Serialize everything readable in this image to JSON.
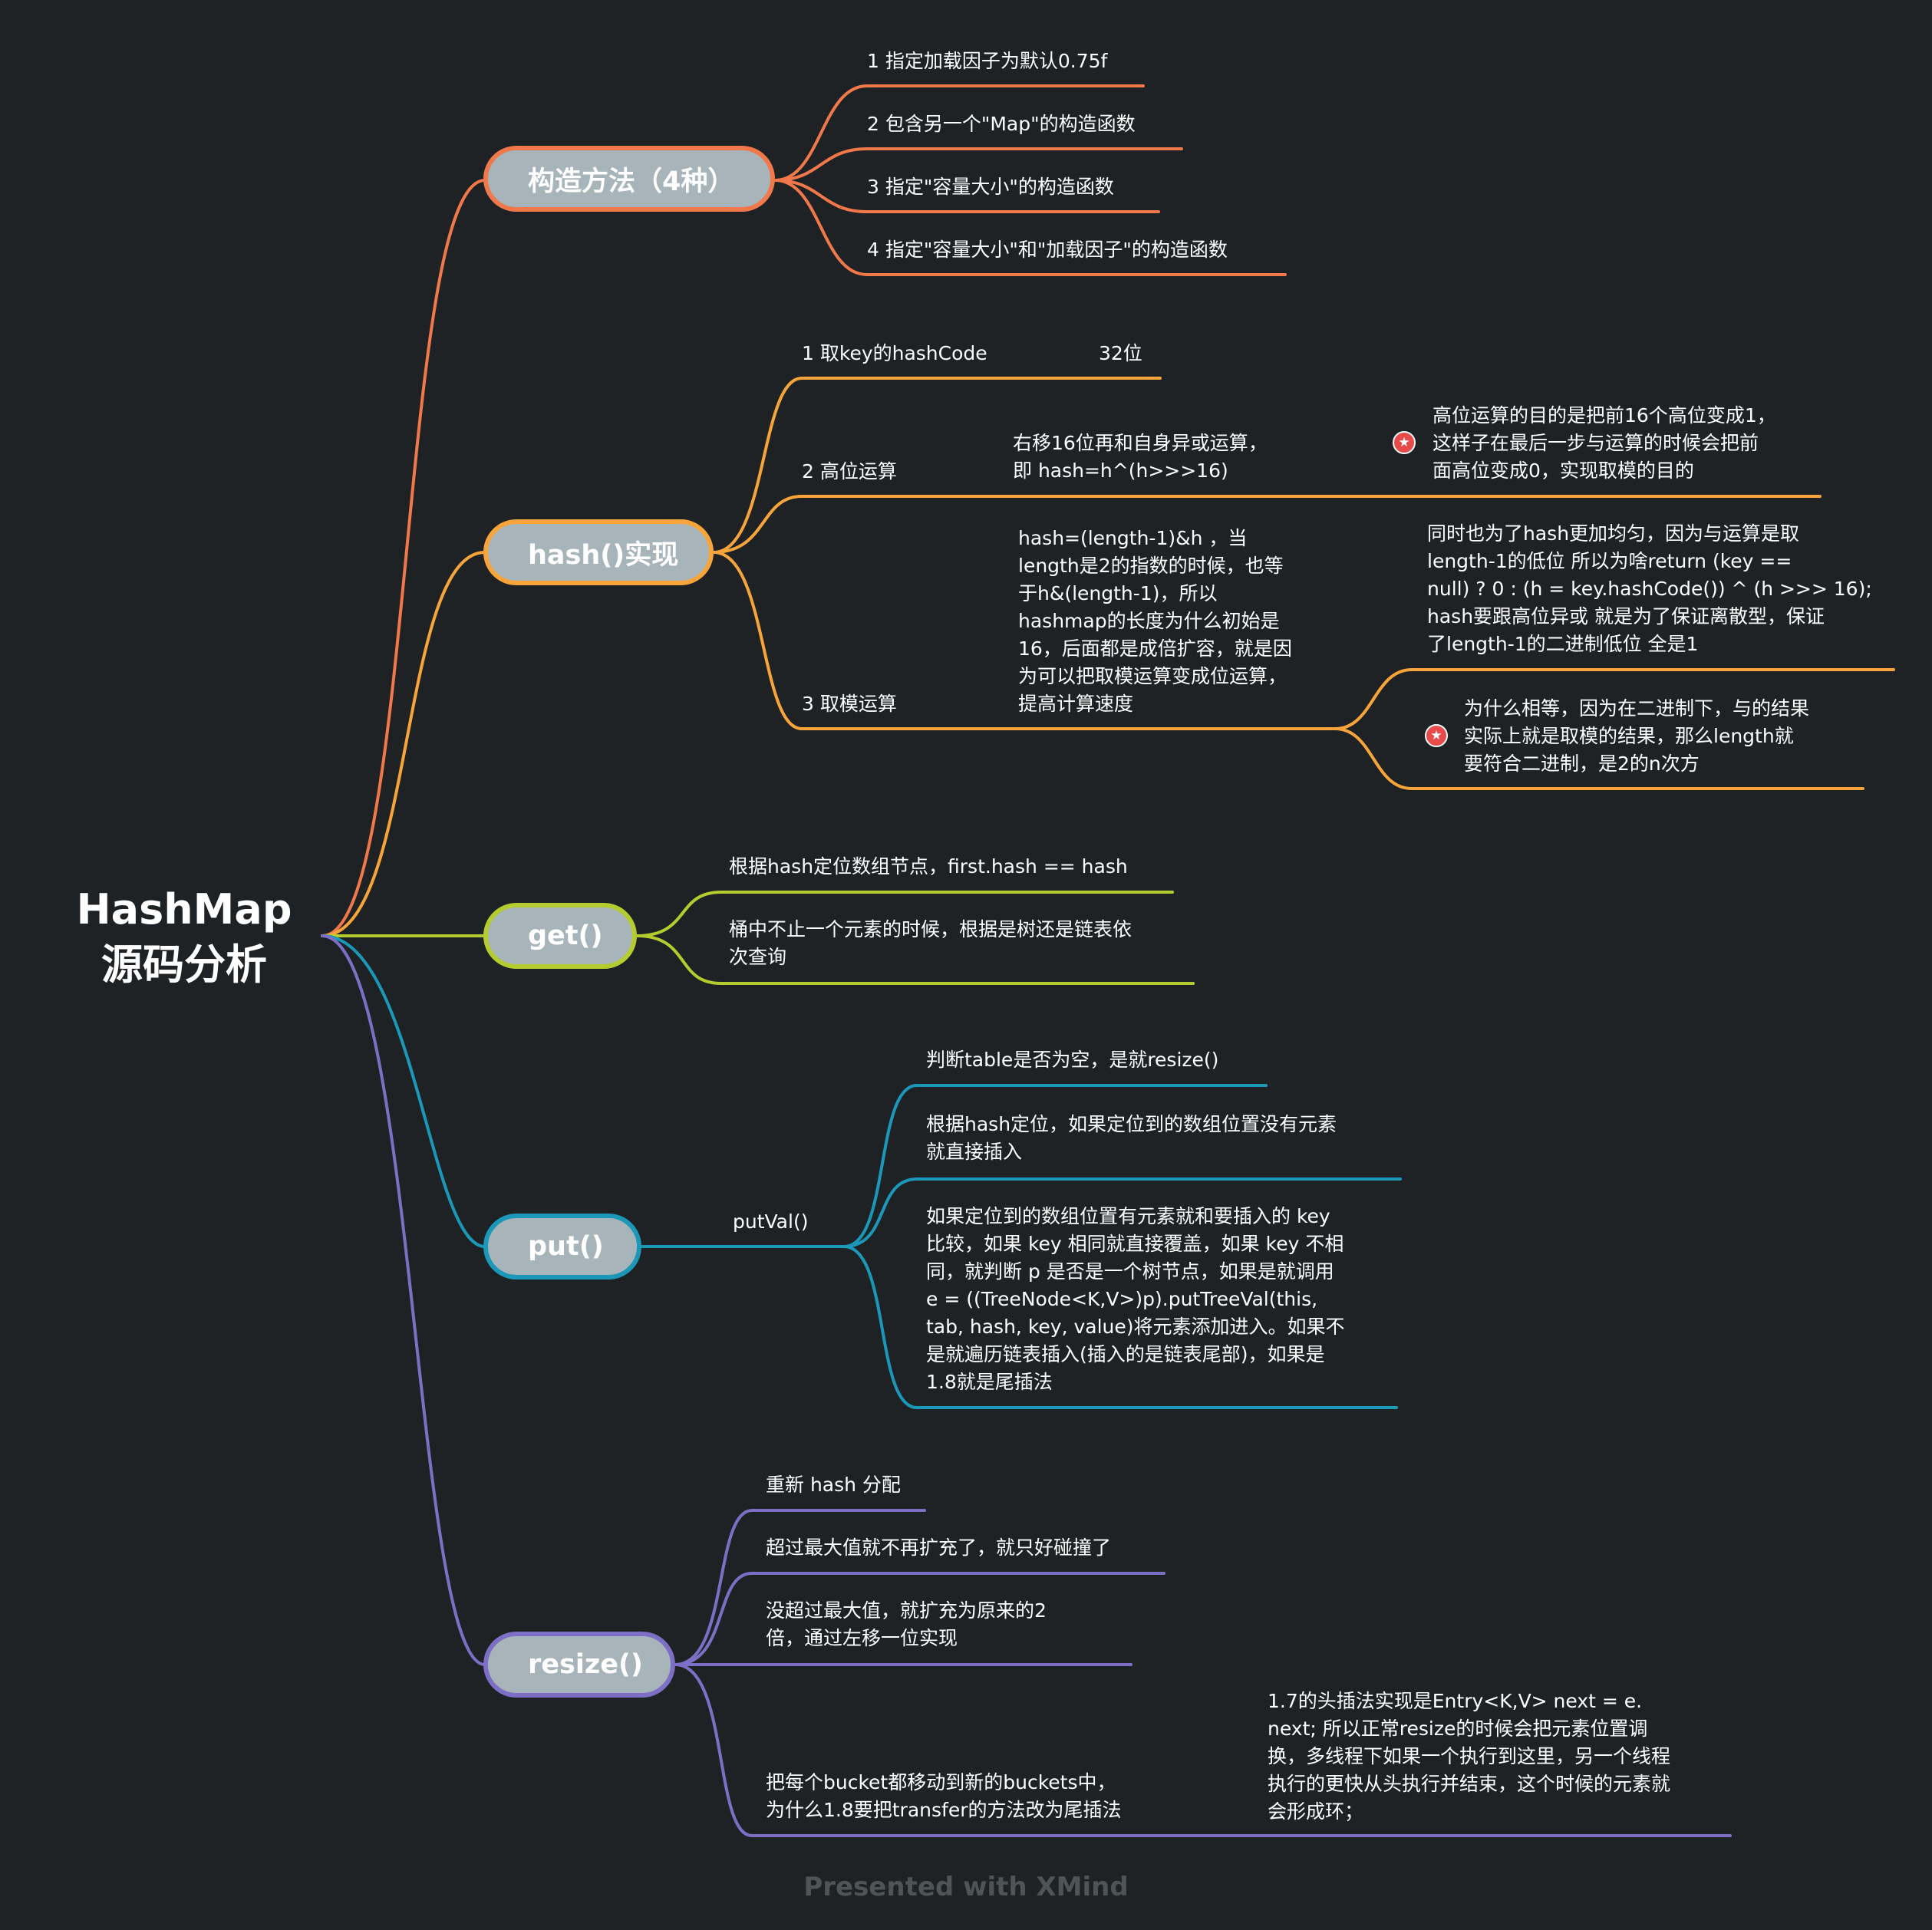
{
  "root": {
    "line1": "HashMap",
    "line2": "源码分析"
  },
  "colors": {
    "ctor": "#f0784a",
    "hash": "#f7a53a",
    "get": "#b5cc2e",
    "put": "#1b97b8",
    "resize": "#7d6fc5",
    "background": "#1f2224",
    "node_fill": "#a7b4ba",
    "star": "#e84a4a"
  },
  "branches": {
    "ctor": {
      "label": "构造方法（4种）",
      "items": [
        "1 指定加载因子为默认0.75f",
        "2 包含另一个\"Map\"的构造函数",
        "3 指定\"容量大小\"的构造函数",
        "4 指定\"容量大小\"和\"加载因子\"的构造函数"
      ]
    },
    "hash": {
      "label": "hash()实现",
      "step1": {
        "label": "1 取key的hashCode",
        "note": "32位"
      },
      "step2": {
        "label": "2 高位运算",
        "desc": "右移16位再和自身异或运算，\n即 hash=h^(h>>>16)",
        "starred": "高位运算的目的是把前16个高位变成1，\n这样子在最后一步与运算的时候会把前\n面高位变成0，实现取模的目的"
      },
      "step3": {
        "label": "3 取模运算",
        "desc": "hash=(length-1)&h ，当\nlength是2的指数的时候，也等\n于h&(length-1)，所以\nhashmap的长度为什么初始是\n16，后面都是成倍扩容，就是因\n为可以把取模运算变成位运算，\n提高计算速度",
        "note1": "同时也为了hash更加均匀，因为与运算是取\nlength-1的低位 所以为啥return (key ==\nnull) ? 0 : (h = key.hashCode()) ^ (h >>> 16);\n hash要跟高位异或 就是为了保证离散型，保证\n了length-1的二进制低位 全是1",
        "starred": "为什么相等，因为在二进制下，与的结果\n实际上就是取模的结果，那么length就\n要符合二进制，是2的n次方"
      }
    },
    "get": {
      "label": "get()",
      "items": [
        "根据hash定位数组节点，first.hash == hash",
        "桶中不止一个元素的时候，根据是树还是链表依\n次查询"
      ]
    },
    "put": {
      "label": "put()",
      "method": "putVal()",
      "items": [
        "判断table是否为空，是就resize()",
        "根据hash定位，如果定位到的数组位置没有元素\n就直接插入",
        "如果定位到的数组位置有元素就和要插入的 key\n比较，如果 key 相同就直接覆盖，如果 key 不相\n同，就判断 p 是否是一个树节点，如果是就调用\ne = ((TreeNode<K,V>)p).putTreeVal(this,\ntab, hash, key, value)将元素添加进入。如果不\n是就遍历链表插入(插入的是链表尾部)，如果是\n1.8就是尾插法"
      ]
    },
    "resize": {
      "label": "resize()",
      "items": [
        "重新 hash 分配",
        "超过最大值就不再扩充了，就只好碰撞了",
        "没超过最大值，就扩充为原来的2\n倍，通过左移一位实现",
        "把每个bucket都移动到新的buckets中，\n为什么1.8要把transfer的方法改为尾插法"
      ],
      "sub": "1.7的头插法实现是Entry<K,V> next = e.\nnext;  所以正常resize的时候会把元素位置调\n换，多线程下如果一个执行到这里，另一个线程\n执行的更快从头执行并结束，这个时候的元素就\n会形成环；"
    }
  },
  "watermark": "Presented with XMind"
}
